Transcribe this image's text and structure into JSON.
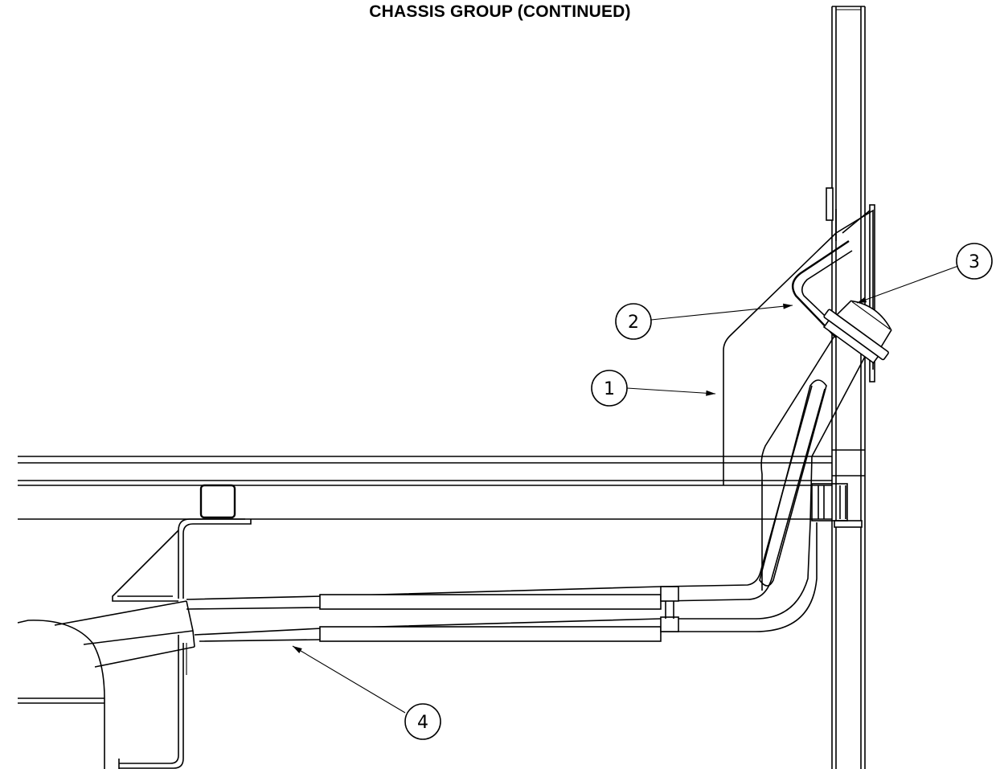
{
  "page": {
    "title": "CHASSIS GROUP (CONTINUED)"
  },
  "callouts": [
    {
      "id": "1",
      "label": "1"
    },
    {
      "id": "2",
      "label": "2"
    },
    {
      "id": "3",
      "label": "3"
    },
    {
      "id": "4",
      "label": "4"
    }
  ]
}
